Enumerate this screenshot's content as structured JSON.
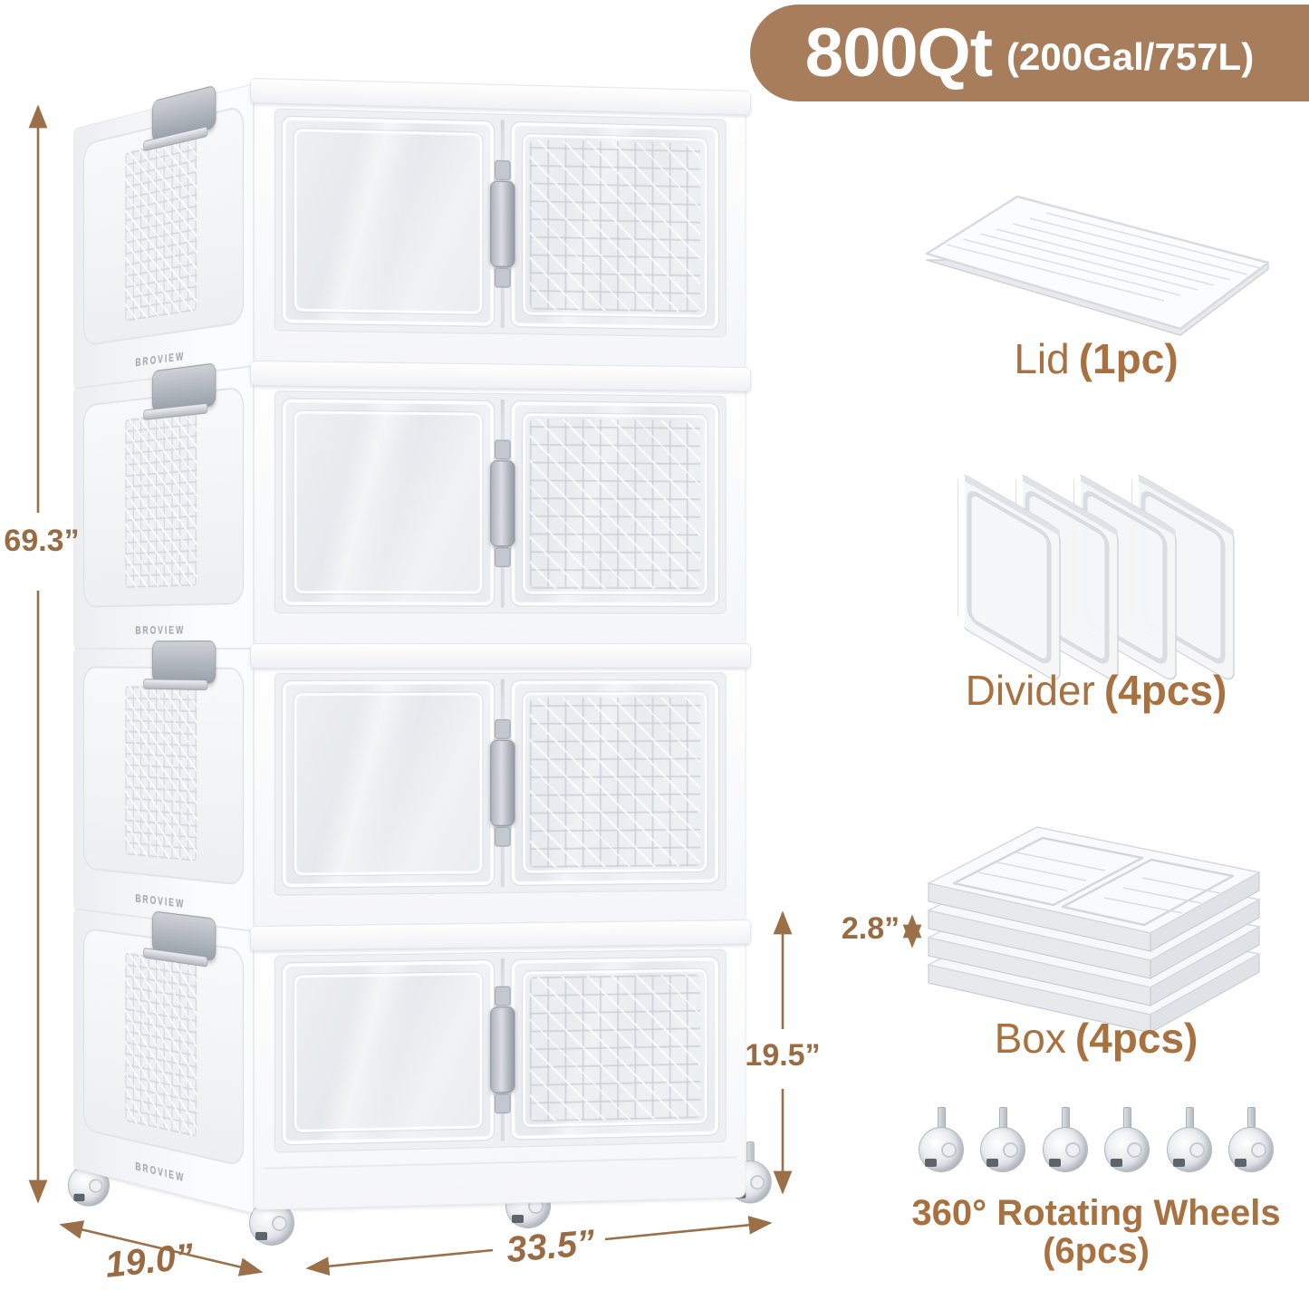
{
  "badge": {
    "size": "800Qt",
    "capacity": "(200Gal/757L)"
  },
  "brand": "BROVIEW",
  "dimensions": {
    "height": "69.3”",
    "width": "33.5”",
    "depth": "19.0”",
    "box_height": "19.5”",
    "folded_thickness": "2.8”"
  },
  "components": {
    "lid": {
      "name": "Lid",
      "qty": "(1pc)"
    },
    "divider": {
      "name": "Divider",
      "qty": "(4pcs)"
    },
    "box": {
      "name": "Box",
      "qty": "(4pcs)"
    },
    "wheels": {
      "name": "360° Rotating Wheels",
      "qty": "(6pcs)"
    }
  },
  "colors": {
    "accent_brown": "#a87d5b",
    "label_brown": "#a9713f",
    "dimension_brown": "#9a6a43",
    "arrow_brown": "#9b6f47"
  }
}
